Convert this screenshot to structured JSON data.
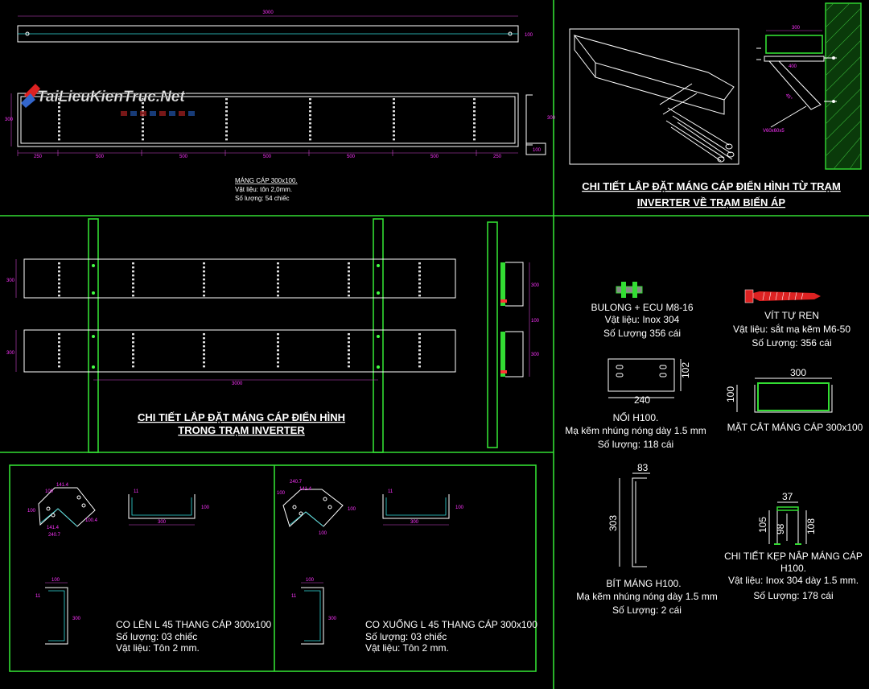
{
  "watermark": "TaiLieuKienTruc.Net",
  "colors": {
    "frame": "#33dd33",
    "line": "#ffffff",
    "dimension": "#ff33ff",
    "background": "#000000"
  },
  "tray_top": {
    "overall_length": "3000",
    "side_height": "100",
    "body_height": "300",
    "segments": [
      "250",
      "500",
      "500",
      "500",
      "500",
      "500",
      "250"
    ],
    "caption": "MÁNG CÁP 300x100.",
    "material": "Vật liệu: tôn 2,0mm.",
    "quantity": "Số lượng: 54 chiếc"
  },
  "install_route": {
    "title_line1": "CHI TIẾT LẮP ĐẶT MÁNG CÁP ĐIỂN HÌNH TỪ TRẠM",
    "title_line2": "INVERTER VỀ TRẠM BIẾN ÁP",
    "dim_top": "300",
    "dim_side": "400",
    "dim_diag": "V60x60x5"
  },
  "install_inverter": {
    "title_line1": "CHI TIẾT LẮP ĐẶT MÁNG CÁP ĐIỂN HÌNH",
    "title_line2": "TRONG TRẠM INVERTER",
    "span": "3000",
    "h1": "300",
    "h2": "300"
  },
  "bolt": {
    "name": "BULONG + ECU M8-16",
    "material": "Vật liệu: Inox 304",
    "quantity": "Số Lượng 356 cái"
  },
  "screw": {
    "name": "VÍT TỰ REN",
    "material": "Vật liệu: sắt mạ kẽm M6-50",
    "quantity": "Số Lượng: 356 cái"
  },
  "joint": {
    "dim_w": "240",
    "dim_h": "102",
    "name": "NỐI H100.",
    "material": "Mạ kẽm nhúng nóng dày 1.5 mm",
    "quantity": "Số lượng: 118 cái"
  },
  "section": {
    "dim_w": "300",
    "dim_h": "100",
    "name": "MẶT CẮT MÁNG CÁP 300x100"
  },
  "end_cap": {
    "dim_top": "83",
    "dim_h": "303",
    "name": "BÍT MÁNG H100.",
    "material": "Mạ kẽm nhúng nóng dày 1.5 mm",
    "quantity": "Số Lượng: 2 cái"
  },
  "clamp": {
    "dim_top": "37",
    "dim_left": "105",
    "dim_mid": "98",
    "dim_right": "108",
    "name_line1": "CHI TIẾT KẸP NẮP MÁNG CÁP",
    "name_line2": "H100.",
    "material": "Vật liệu: Inox 304 dày 1.5 mm.",
    "quantity": "Số Lượng: 178 cái"
  },
  "elbow_up": {
    "dims": [
      "100",
      "141.4",
      "240.7",
      "100.4",
      "100"
    ],
    "profile_w": "300",
    "profile_h": "100",
    "profile_lip": "11",
    "side_w": "100",
    "side_h": "300",
    "side_lip": "11",
    "name": "CO LÊN L 45 THANG CÁP 300x100",
    "quantity": "Số lượng: 03 chiếc",
    "material": "Vật liệu: Tôn 2 mm."
  },
  "elbow_down": {
    "dims": [
      "240.7",
      "141.4",
      "100",
      "100",
      "100"
    ],
    "profile_w": "300",
    "profile_h": "100",
    "profile_lip": "11",
    "side_w": "100",
    "side_h": "300",
    "side_lip": "11",
    "name": "CO XUỐNG L 45 THANG CÁP 300x100",
    "quantity": "Số lượng: 03 chiếc",
    "material": "Vật liệu: Tôn 2 mm."
  }
}
